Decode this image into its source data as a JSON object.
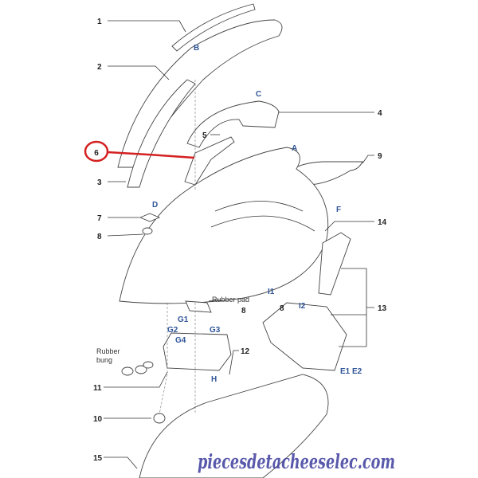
{
  "diagram": {
    "part_numbers": [
      "1",
      "2",
      "3",
      "4",
      "5",
      "6",
      "7",
      "8",
      "9",
      "10",
      "11",
      "12",
      "13",
      "14",
      "15"
    ],
    "second_8": "8",
    "third_8": "8",
    "screw_refs": {
      "A": "A",
      "B": "B",
      "C": "C",
      "D": "D",
      "F": "F",
      "I1": "I1",
      "I2": "I2",
      "G1": "G1",
      "G2": "G2",
      "G3": "G3",
      "G4": "G4",
      "H": "H",
      "E": "E1 E2"
    },
    "notes": {
      "rubber_pad": "Rubber pad",
      "rubber_bung_1": "Rubber",
      "rubber_bung_2": "bung"
    },
    "highlight_color": "#d42020",
    "watermark": "piecesdetacheeselec.com"
  }
}
